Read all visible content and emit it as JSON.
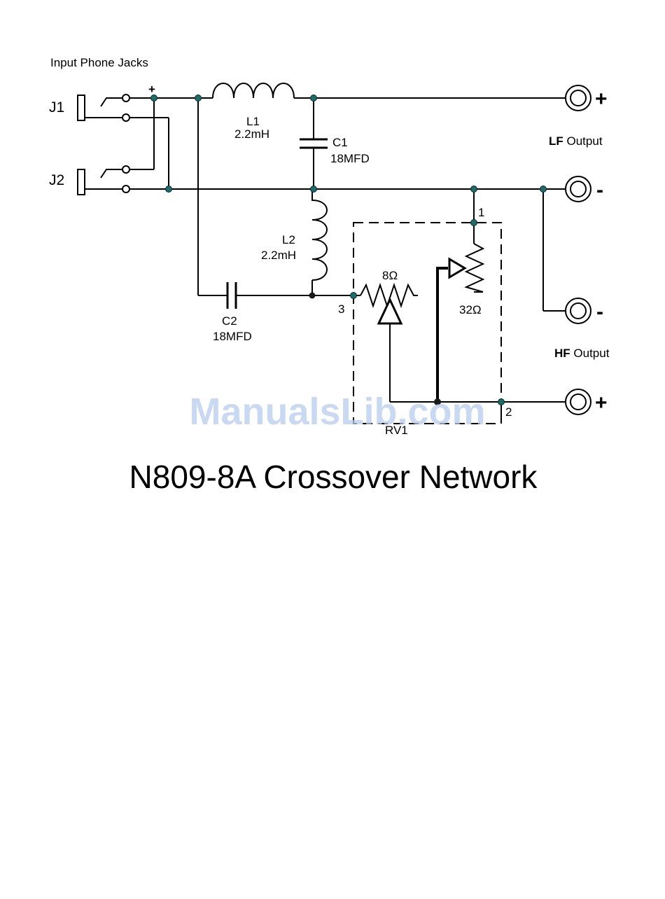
{
  "labels": {
    "input_phone_jacks": "Input Phone Jacks",
    "j1": "J1",
    "j2": "J2",
    "input_plus": "+",
    "l1_name": "L1",
    "l1_value": "2.2mH",
    "c1_name": "C1",
    "c1_value": "18MFD",
    "l2_name": "L2",
    "l2_value": "2.2mH",
    "c2_name": "C2",
    "c2_value": "18MFD",
    "rv1_8ohm": "8Ω",
    "rv1_32ohm": "32Ω",
    "pin1": "1",
    "pin2": "2",
    "pin3": "3",
    "rv1": "RV1",
    "lf_output_bold": "LF",
    "lf_output_rest": " Output",
    "hf_output_bold": "HF",
    "hf_output_rest": " Output",
    "lf_plus": "+",
    "lf_minus": "-",
    "hf_minus": "-",
    "hf_plus": "+",
    "watermark": "ManualsLib.com"
  },
  "title": "N809-8A Crossover Network",
  "colors": {
    "node": "#1e6b6b",
    "watermark": "#b7cdee",
    "line": "#000000"
  }
}
